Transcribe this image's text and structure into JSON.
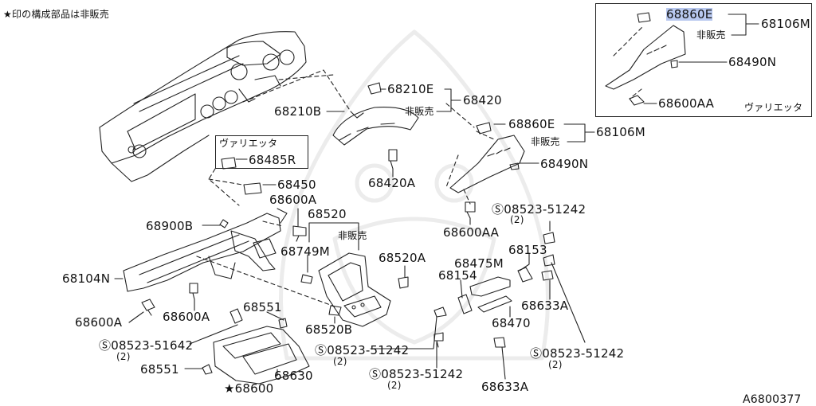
{
  "note": "★印の構成部品は非販売",
  "diagram_code": "A6800377",
  "colors": {
    "highlight": "#b8c8ef",
    "line": "#222222"
  },
  "labels": {
    "p68860e_inset": "68860E",
    "p68106m_inset": "68106M",
    "hihanbai_inset": "非販売",
    "p68490n_inset": "68490N",
    "p68600aa_inset": "68600AA",
    "variety_inset": "ヴァリエッタ",
    "p68210e": "68210E",
    "p68420": "68420",
    "p68210b": "68210B",
    "hihanbai_68420": "非販売",
    "p68420a": "68420A",
    "p68860e": "68860E",
    "p68106m": "68106M",
    "hihanbai_68106m": "非販売",
    "p68490n": "68490N",
    "variety_box": "ヴァリエッタ",
    "p68485r": "68485R",
    "p68450": "68450",
    "p68600a_top": "68600A",
    "p68520": "68520",
    "hihanbai_68520": "非販売",
    "p68900b": "68900B",
    "p68749m": "68749M",
    "p68520a": "68520A",
    "p68104n": "68104N",
    "p68600a_left": "68600A",
    "p68600a_mid": "68600A",
    "p68551_top": "68551",
    "p68520b": "68520B",
    "s08523_51642": "08523-51642",
    "qty_51642": "(2)",
    "p68551_left": "68551",
    "p68630": "68630",
    "p68600_star": "★68600",
    "p68600aa": "68600AA",
    "s08523_51242_r": "08523-51242",
    "qty_51242_r": "(2)",
    "p68153": "68153",
    "p68475m": "68475M",
    "p68154": "68154",
    "p68633a_r": "68633A",
    "p68470": "68470",
    "s08523_51242_c": "08523-51242",
    "qty_51242_c": "(2)",
    "s08523_51242_b": "08523-51242",
    "qty_51242_b": "(2)",
    "s08523_51242_rr": "08523-51242",
    "qty_51242_rr": "(2)",
    "p68633a_b": "68633A"
  }
}
